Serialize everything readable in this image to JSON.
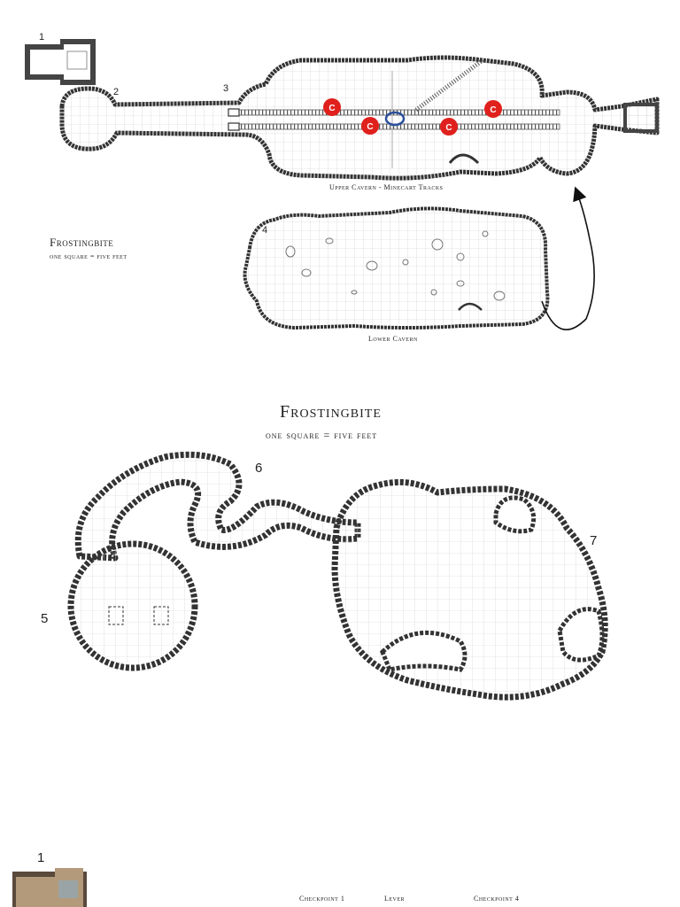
{
  "map": {
    "top_title": "Frostingbite",
    "top_scale": "one square = five feet",
    "upper_caption": "Upper Cavern - Minecart Tracks",
    "lower_caption": "Lower Cavern",
    "main_title": "Frostingbite",
    "main_scale": "one square = five feet",
    "areas": [
      "1",
      "2",
      "3",
      "4",
      "5",
      "6",
      "7"
    ],
    "bottom_area": "1",
    "markers": [
      "C",
      "C",
      "C",
      "C"
    ],
    "legend": {
      "checkpoint1": "Checkpoint 1",
      "lever": "Lever",
      "checkpoint4": "Checkpoint 4"
    }
  },
  "colors": {
    "marker": "#e0201c",
    "lever": "#2a4f9a",
    "wall": "#333333",
    "grid": "#c9c9c9"
  }
}
